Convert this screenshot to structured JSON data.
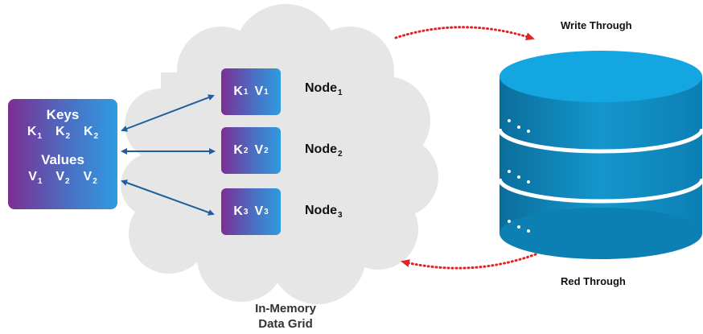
{
  "cloud_caption": [
    "In-Memory",
    "Data Grid"
  ],
  "client": {
    "keys_title": "Keys",
    "keys": [
      "K",
      "K",
      "K"
    ],
    "keys_sub": [
      "1",
      "2",
      "2"
    ],
    "values_title": "Values",
    "values": [
      "V",
      "V",
      "V"
    ],
    "values_sub": [
      "1",
      "2",
      "2"
    ]
  },
  "nodes": [
    {
      "k": "K",
      "ks": "1",
      "v": "V",
      "vs": "1",
      "label": "Node",
      "label_sub": "1"
    },
    {
      "k": "K",
      "ks": "2",
      "v": "V",
      "vs": "2",
      "label": "Node",
      "label_sub": "2"
    },
    {
      "k": "K",
      "ks": "3",
      "v": "V",
      "vs": "3",
      "label": "Node",
      "label_sub": "3"
    }
  ],
  "write_through": "Write Through",
  "read_through": "Red Through",
  "colors": {
    "gradient_start": "#7b2e93",
    "gradient_end": "#2f9be0",
    "arrow": "#1f5f9a",
    "dotted": "#e32222",
    "db": "#0f8fc6",
    "cloud": "#e6e6e6"
  }
}
